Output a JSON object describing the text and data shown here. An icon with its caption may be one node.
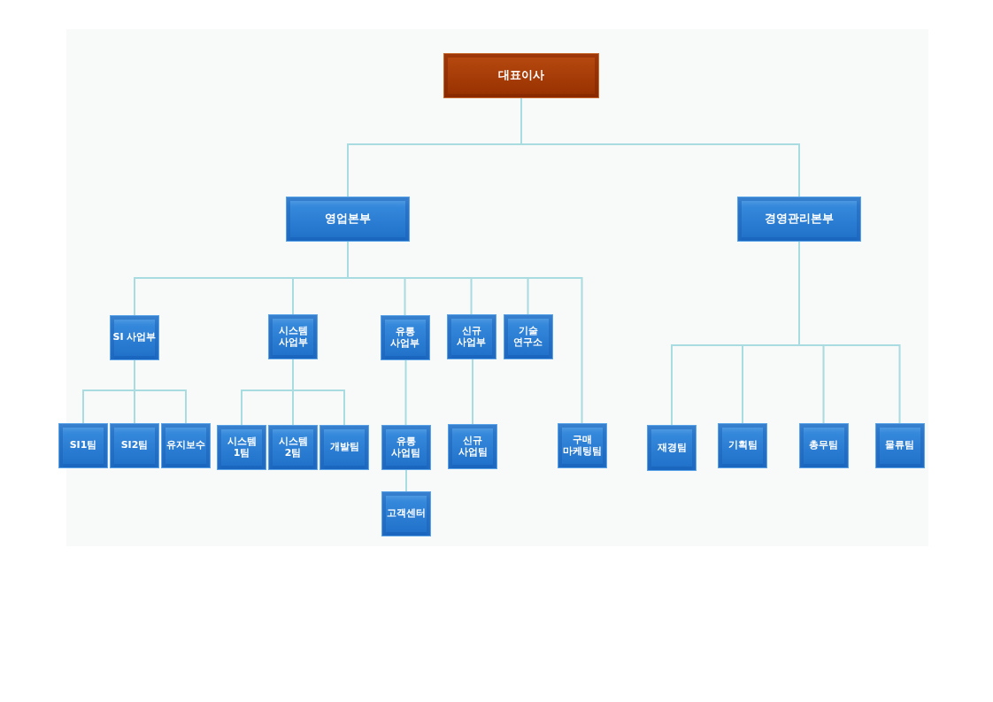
{
  "diagram": {
    "nodes": [
      {
        "text": [
          "대표이사"
        ]
      },
      {
        "text": [
          "영업본부"
        ]
      },
      {
        "text": [
          "경영관리본부"
        ]
      },
      {
        "text": [
          "SI 사업부"
        ]
      },
      {
        "text": [
          "시스템 사업부"
        ]
      },
      {
        "text": [
          "유통 사업부"
        ]
      },
      {
        "text": [
          "신규 사업부"
        ]
      },
      {
        "text": [
          "기술 연구소"
        ]
      },
      {
        "text": [
          "SI1팀"
        ]
      },
      {
        "text": [
          "SI2팀"
        ]
      },
      {
        "text": [
          "유지보수"
        ]
      },
      {
        "text": [
          "시스템 1팀"
        ]
      },
      {
        "text": [
          "시스템 2팀"
        ]
      },
      {
        "text": [
          "개발팀"
        ]
      },
      {
        "text": [
          "유통 사업팀"
        ]
      },
      {
        "text": [
          "고객센터"
        ]
      },
      {
        "text": [
          "신규 사업팀"
        ]
      },
      {
        "text": [
          "구매 마케팅팀"
        ]
      },
      {
        "text": [
          "재경팀"
        ]
      },
      {
        "text": [
          "기획팀"
        ]
      },
      {
        "text": [
          "총무팀"
        ]
      },
      {
        "text": [
          "물류팀"
        ]
      }
    ],
    "edges": [
      {
        "from": 0,
        "to": 1,
        "arrow": "none"
      },
      {
        "from": 0,
        "to": 2,
        "arrow": "none"
      },
      {
        "from": 1,
        "to": 3,
        "arrow": "none"
      },
      {
        "from": 1,
        "to": 4,
        "arrow": "none"
      },
      {
        "from": 1,
        "to": 5,
        "arrow": "none"
      },
      {
        "from": 1,
        "to": 6,
        "arrow": "none"
      },
      {
        "from": 1,
        "to": 7,
        "arrow": "none"
      },
      {
        "from": 1,
        "to": 17,
        "arrow": "none"
      },
      {
        "from": 3,
        "to": 8,
        "arrow": "none"
      },
      {
        "from": 3,
        "to": 9,
        "arrow": "none"
      },
      {
        "from": 3,
        "to": 10,
        "arrow": "none"
      },
      {
        "from": 4,
        "to": 11,
        "arrow": "none"
      },
      {
        "from": 4,
        "to": 12,
        "arrow": "none"
      },
      {
        "from": 4,
        "to": 13,
        "arrow": "none"
      },
      {
        "from": 5,
        "to": 14,
        "arrow": "none"
      },
      {
        "from": 14,
        "to": 15,
        "arrow": "none"
      },
      {
        "from": 6,
        "to": 16,
        "arrow": "none"
      },
      {
        "from": 2,
        "to": 18,
        "arrow": "none"
      },
      {
        "from": 2,
        "to": 19,
        "arrow": "none"
      },
      {
        "from": 2,
        "to": 20,
        "arrow": "none"
      },
      {
        "from": 2,
        "to": 21,
        "arrow": "none"
      }
    ]
  }
}
